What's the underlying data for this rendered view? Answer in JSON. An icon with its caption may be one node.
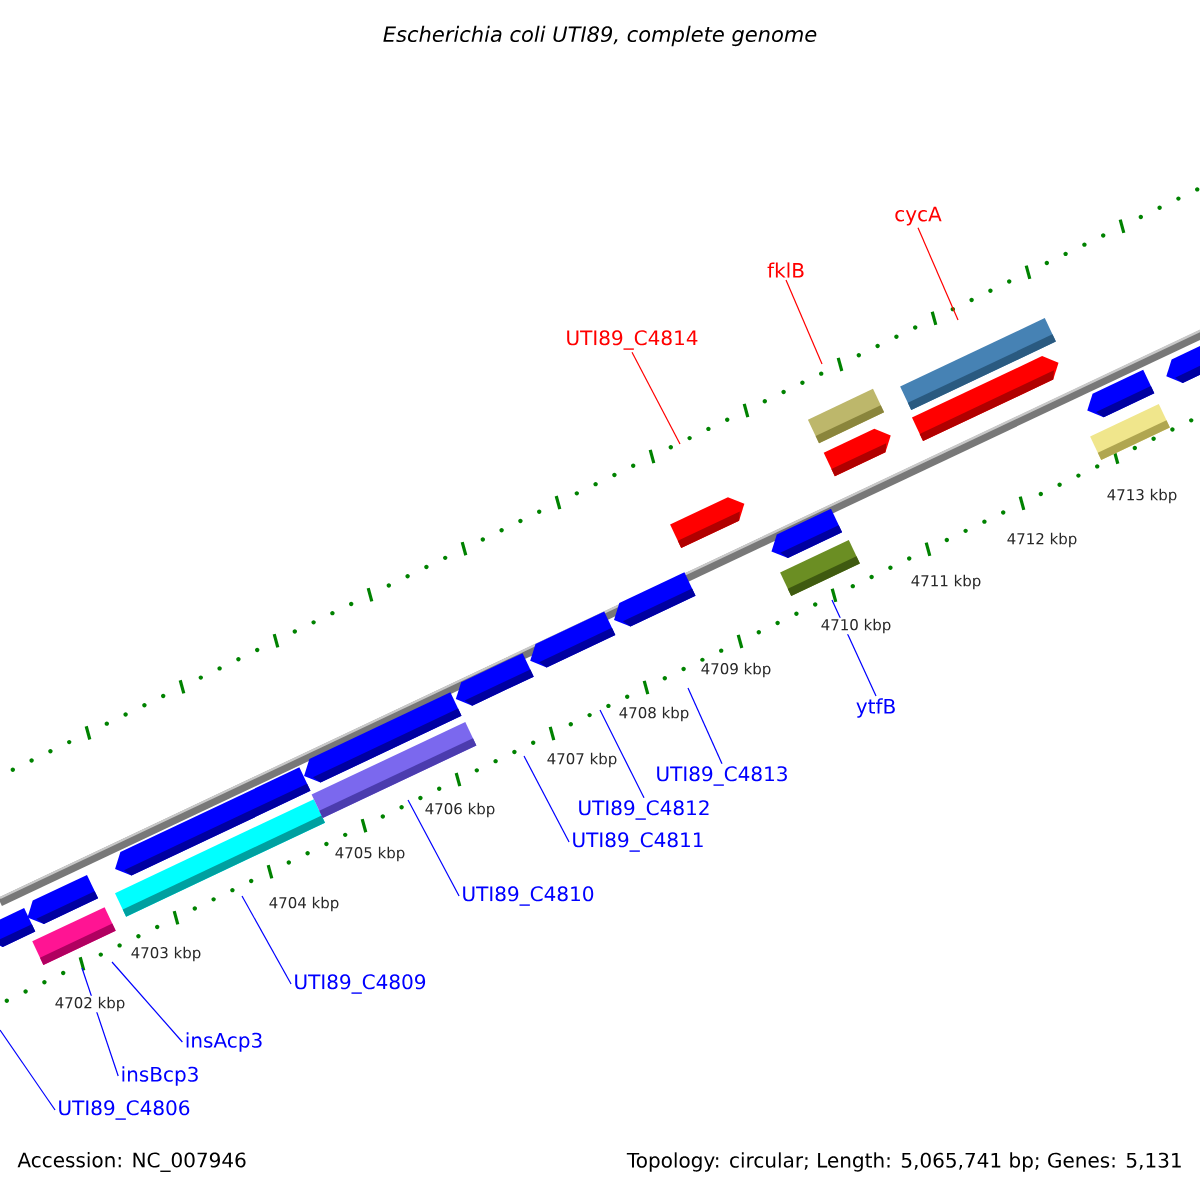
{
  "diagram": {
    "title": "Escherichia coli UTI89, complete genome",
    "nodes": [
      {
        "text": [
          "UTI89_C4814"
        ]
      },
      {
        "text": [
          "fklB"
        ]
      },
      {
        "text": [
          "cycA"
        ]
      },
      {
        "text": [
          "UTI89_C4806"
        ]
      },
      {
        "text": [
          "insBcp3"
        ]
      },
      {
        "text": [
          "insAcp3"
        ]
      },
      {
        "text": [
          "UTI89_C4809"
        ]
      },
      {
        "text": [
          "UTI89_C4810"
        ]
      },
      {
        "text": [
          "UTI89_C4811"
        ]
      },
      {
        "text": [
          "UTI89_C4812"
        ]
      },
      {
        "text": [
          "UTI89_C4813"
        ]
      },
      {
        "text": [
          "ytfB"
        ]
      }
    ],
    "edges": [
      {
        "from": 0,
        "to": null,
        "arrow": "none",
        "color": "#ff0000"
      },
      {
        "from": 1,
        "to": null,
        "arrow": "none",
        "color": "#ff0000"
      },
      {
        "from": 2,
        "to": null,
        "arrow": "none",
        "color": "#ff0000"
      },
      {
        "from": 3,
        "to": null,
        "arrow": "none"
      },
      {
        "from": 4,
        "to": null,
        "arrow": "none"
      },
      {
        "from": 5,
        "to": null,
        "arrow": "none"
      },
      {
        "from": 6,
        "to": null,
        "arrow": "none"
      },
      {
        "from": 7,
        "to": null,
        "arrow": "none"
      },
      {
        "from": 8,
        "to": null,
        "arrow": "none"
      },
      {
        "from": 9,
        "to": null,
        "arrow": "none"
      },
      {
        "from": 10,
        "to": null,
        "arrow": "none"
      },
      {
        "from": 11,
        "to": null,
        "arrow": "none"
      }
    ],
    "labels": [
      "4702 kbp",
      "4703 kbp",
      "4704 kbp",
      "4705 kbp",
      "4706 kbp",
      "4707 kbp",
      "4708 kbp",
      "4709 kbp",
      "4710 kbp",
      "4711 kbp",
      "4712 kbp",
      "4713 kbp",
      "Accession: NC_007946",
      "Topology: circular; Length: 5,065,741 bp; Genes: 5,131"
    ]
  }
}
